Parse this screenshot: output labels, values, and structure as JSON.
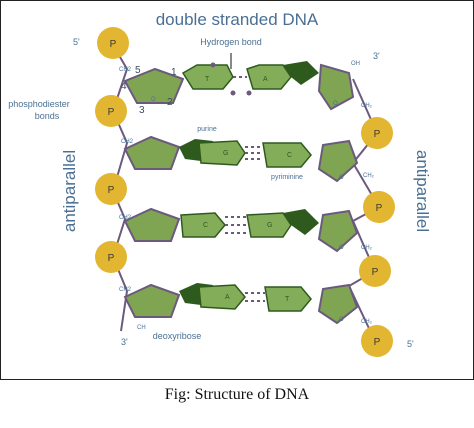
{
  "title": "double stranded DNA",
  "caption": "Fig: Structure of DNA",
  "labels": {
    "hydrogen_bond": "Hydrogen bond",
    "phosphodiester": "phosphodiester",
    "bonds": "bonds",
    "purine": "purine",
    "pyrimidine": "pyriminine",
    "deoxyribose": "deoxyribose",
    "antiparallel_left": "antiparallel",
    "antiparallel_right": "antiparallel",
    "end_5_top_left": "5'",
    "end_3_top_right": "3'",
    "end_3_bottom_left": "3'",
    "end_5_bottom_right": "5'",
    "carbon_5": "5",
    "carbon_4": "4",
    "carbon_3": "3",
    "carbon_2": "2",
    "carbon_1": "1",
    "ch2": "CH2",
    "ch2_sub": "CH₂",
    "ch": "CH",
    "oh": "OH",
    "o": "O",
    "p": "P"
  },
  "base_pairs": [
    {
      "left": "T",
      "right": "A"
    },
    {
      "left": "G",
      "right": "C"
    },
    {
      "left": "C",
      "right": "G"
    },
    {
      "left": "A",
      "right": "T"
    }
  ],
  "colors": {
    "phosphate": "#e2b630",
    "sugar": "#7fa553",
    "base_light": "#84ad5a",
    "base_dark": "#2f5a1d",
    "bond": "#6b5a7e",
    "text_blue": "#4a6f93"
  }
}
